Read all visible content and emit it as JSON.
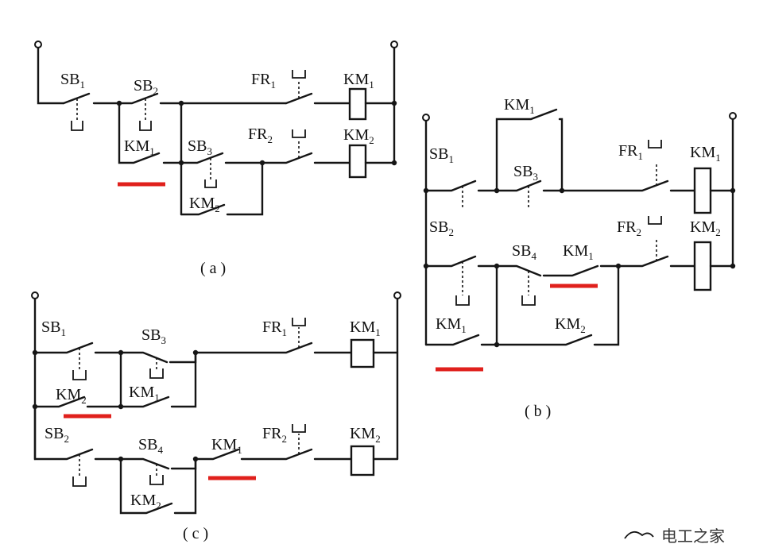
{
  "diagram_a": {
    "caption": "( a )",
    "sb1": {
      "base": "SB",
      "sub": "1"
    },
    "sb2": {
      "base": "SB",
      "sub": "2"
    },
    "sb3": {
      "base": "SB",
      "sub": "3"
    },
    "km1_contact": {
      "base": "KM",
      "sub": "1"
    },
    "km2_contact": {
      "base": "KM",
      "sub": "2"
    },
    "fr1": {
      "base": "FR",
      "sub": "1"
    },
    "fr2": {
      "base": "FR",
      "sub": "2"
    },
    "km1_coil": {
      "base": "KM",
      "sub": "1"
    },
    "km2_coil": {
      "base": "KM",
      "sub": "2"
    }
  },
  "diagram_b": {
    "caption": "( b )",
    "km1_top": {
      "base": "KM",
      "sub": "1"
    },
    "sb1": {
      "base": "SB",
      "sub": "1"
    },
    "sb3": {
      "base": "SB",
      "sub": "3"
    },
    "fr1": {
      "base": "FR",
      "sub": "1"
    },
    "km1_coil": {
      "base": "KM",
      "sub": "1"
    },
    "sb2": {
      "base": "SB",
      "sub": "2"
    },
    "sb4": {
      "base": "SB",
      "sub": "4"
    },
    "km1_interlock": {
      "base": "KM",
      "sub": "1"
    },
    "fr2": {
      "base": "FR",
      "sub": "2"
    },
    "km2_coil": {
      "base": "KM",
      "sub": "2"
    },
    "km1_bottom": {
      "base": "KM",
      "sub": "1"
    },
    "km2_bottom": {
      "base": "KM",
      "sub": "2"
    }
  },
  "diagram_c": {
    "caption": "( c )",
    "sb1": {
      "base": "SB",
      "sub": "1"
    },
    "sb3": {
      "base": "SB",
      "sub": "3"
    },
    "fr1": {
      "base": "FR",
      "sub": "1"
    },
    "km1_coil": {
      "base": "KM",
      "sub": "1"
    },
    "km2_contact": {
      "base": "KM",
      "sub": "2"
    },
    "km1_contact": {
      "base": "KM",
      "sub": "1"
    },
    "sb2": {
      "base": "SB",
      "sub": "2"
    },
    "sb4": {
      "base": "SB",
      "sub": "4"
    },
    "km1_interlock": {
      "base": "KM",
      "sub": "1"
    },
    "fr2": {
      "base": "FR",
      "sub": "2"
    },
    "km2_coil": {
      "base": "KM",
      "sub": "2"
    },
    "km2_hold": {
      "base": "KM",
      "sub": "2"
    }
  },
  "watermark": {
    "text": "电工之家"
  },
  "colors": {
    "wire": "#151515",
    "highlight": "#e0201c",
    "background": "#ffffff"
  }
}
